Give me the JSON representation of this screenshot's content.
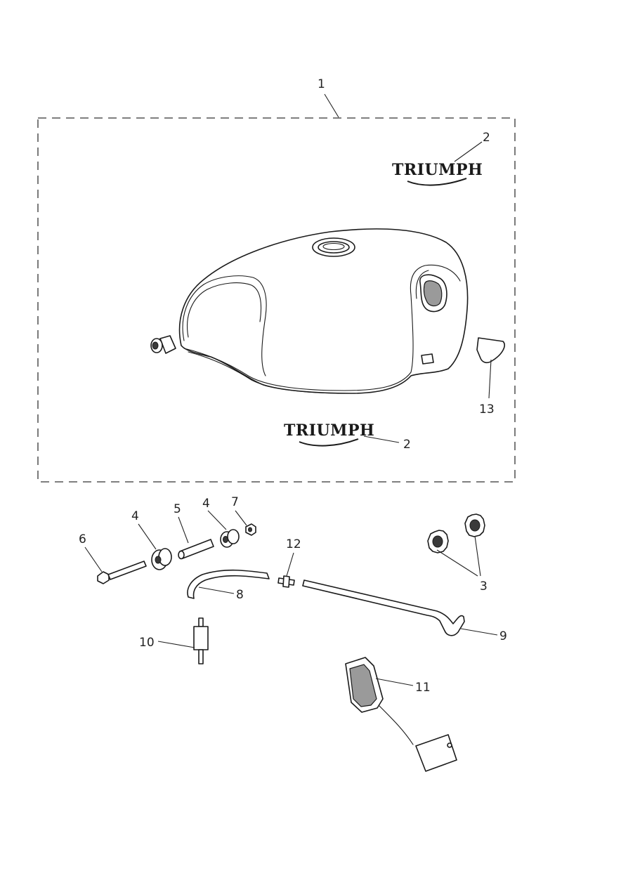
{
  "diagram": {
    "callouts": {
      "c1": "1",
      "c2a": "2",
      "c2b": "2",
      "c3": "3",
      "c4a": "4",
      "c4b": "4",
      "c5": "5",
      "c6": "6",
      "c7": "7",
      "c8": "8",
      "c9": "9",
      "c10": "10",
      "c11": "11",
      "c12": "12",
      "c13": "13"
    },
    "logo_text": "TRIUMPH"
  }
}
